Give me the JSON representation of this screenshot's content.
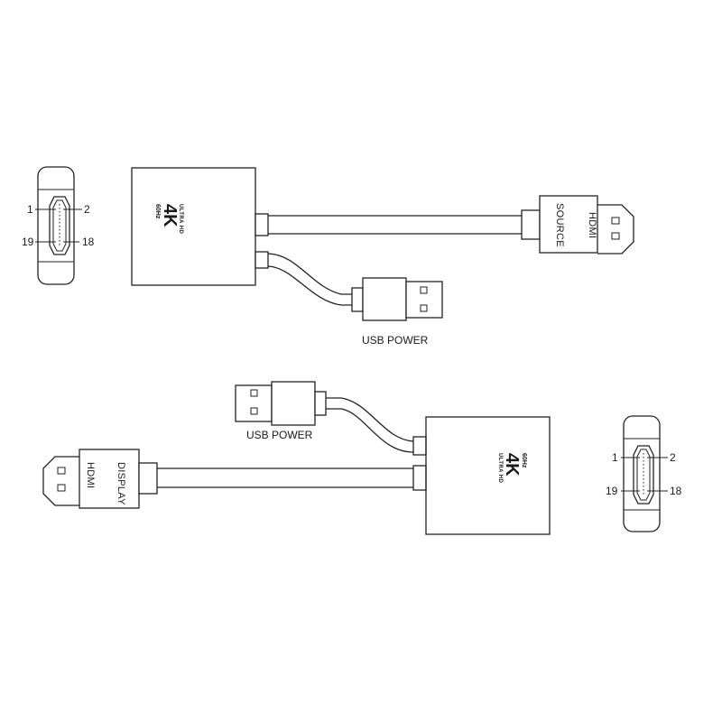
{
  "top": {
    "port_pins": {
      "p1": "1",
      "p2": "2",
      "p19": "19",
      "p18": "18"
    },
    "logo": {
      "big": "4K",
      "ultra": "ULTRA HD",
      "freq": "60Hz"
    },
    "hdmi_plug": {
      "line1": "HDMI",
      "line2": "SOURCE"
    },
    "usb_label": "USB POWER"
  },
  "bottom": {
    "port_pins": {
      "p1": "1",
      "p2": "2",
      "p19": "19",
      "p18": "18"
    },
    "logo": {
      "big": "4K",
      "ultra": "ULTRA HD",
      "freq": "60Hz"
    },
    "hdmi_plug": {
      "line1": "HDMI",
      "line2": "DISPLAY"
    },
    "usb_label": "USB POWER"
  },
  "colors": {
    "line": "#222222",
    "background": "#ffffff"
  }
}
